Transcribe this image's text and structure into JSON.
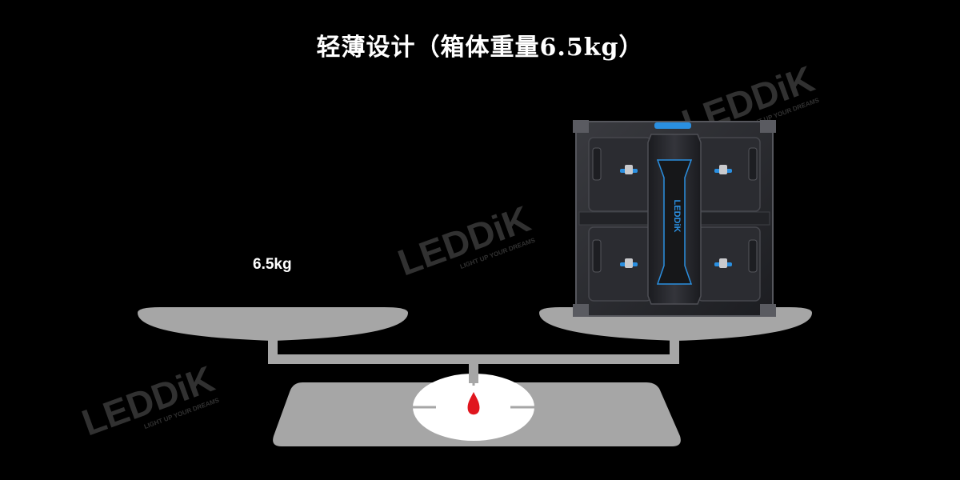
{
  "title": "轻薄设计（箱体重量6.5kg）",
  "weight_label": "6.5kg",
  "watermark": {
    "brand": "LEDDiK",
    "tagline": "LIGHT UP YOUR DREAMS"
  },
  "cabinet_logo": "LEDDiK",
  "colors": {
    "background": "#000000",
    "scale": "#a8a8a8",
    "dial": "#ffffff",
    "needle": "#e0161e",
    "accent_blue": "#2a8fe0",
    "watermark": "#4a4a4a"
  }
}
